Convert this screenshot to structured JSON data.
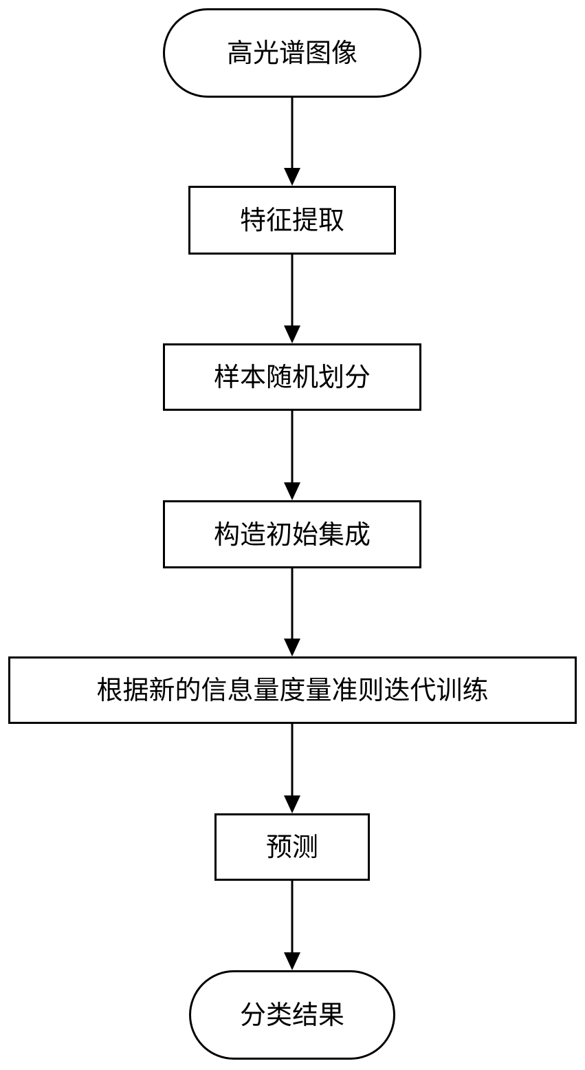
{
  "flowchart": {
    "nodes": [
      {
        "id": "start",
        "label": "高光谱图像"
      },
      {
        "id": "feature",
        "label": "特征提取"
      },
      {
        "id": "split",
        "label": "样本随机划分"
      },
      {
        "id": "init",
        "label": "构造初始集成"
      },
      {
        "id": "train",
        "label": "根据新的信息量度量准则迭代训练"
      },
      {
        "id": "predict",
        "label": "预测"
      },
      {
        "id": "end",
        "label": "分类结果"
      }
    ],
    "edges": [
      [
        "start",
        "feature"
      ],
      [
        "feature",
        "split"
      ],
      [
        "split",
        "init"
      ],
      [
        "init",
        "train"
      ],
      [
        "train",
        "predict"
      ],
      [
        "predict",
        "end"
      ]
    ]
  }
}
